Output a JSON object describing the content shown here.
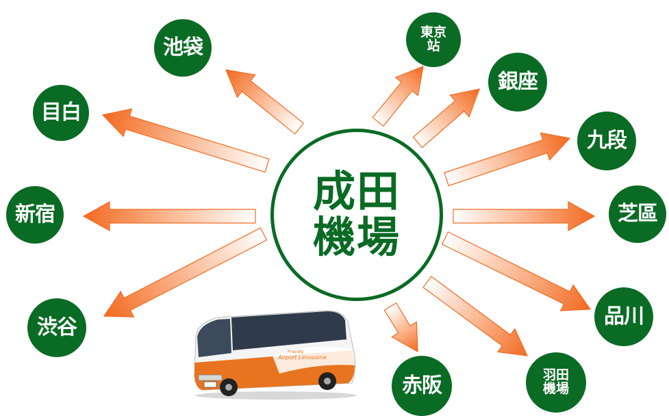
{
  "hub": {
    "line1": "成田",
    "line2": "機場"
  },
  "destinations": {
    "ikebukuro": "池袋",
    "mejiro": "目白",
    "shinjuku": "新宿",
    "shibuya": "渋谷",
    "tokyo_station": "東京\n站",
    "ginza": "銀座",
    "kudan": "九段",
    "shiba": "芝區",
    "shinagawa": "品川",
    "haneda": "羽田\n機場",
    "akasaka": "赤阪"
  },
  "bus": {
    "brand_line1": "Friendly",
    "brand_line2": "Airport Limousine"
  },
  "colors": {
    "green": "#0a6b24",
    "arrow_orange": "#f26a21",
    "bus_orange": "#e8741f"
  }
}
